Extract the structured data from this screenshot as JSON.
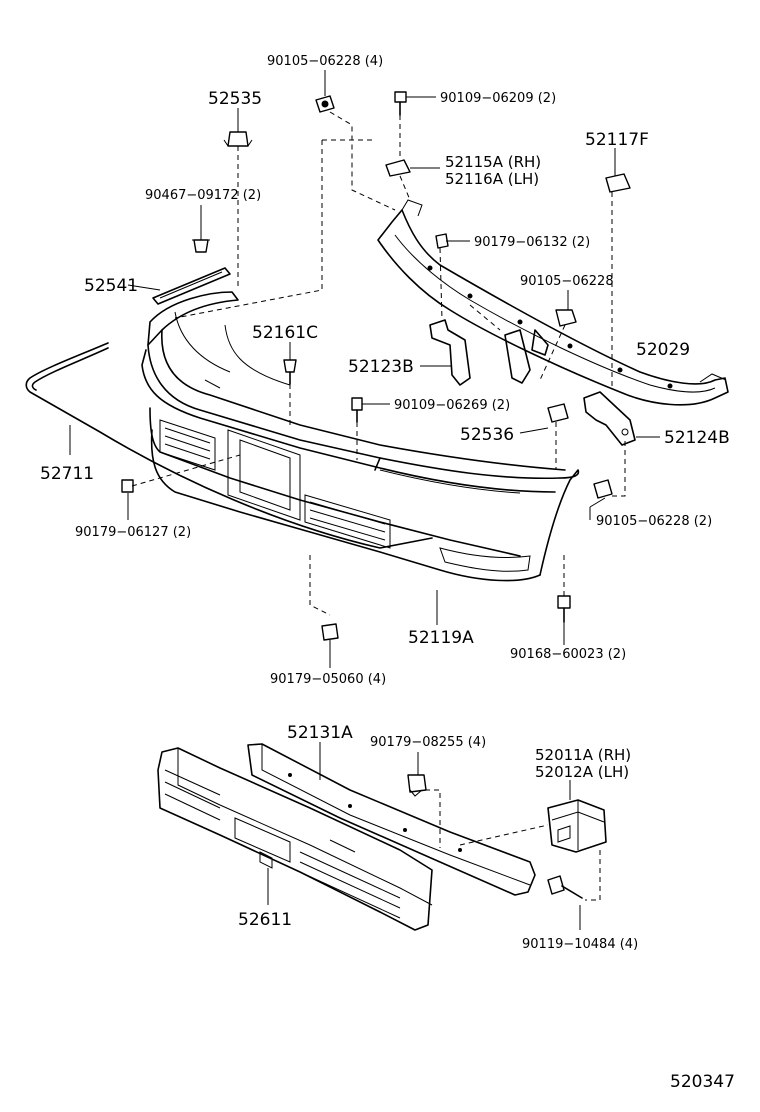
{
  "diagram_id": "520347",
  "labels": {
    "p90105_06228_4": "90105−06228 (4)",
    "p52535": "52535",
    "p90109_06209_2": "90109−06209 (2)",
    "p52117F": "52117F",
    "p52115A_RH": "52115A (RH)",
    "p52116A_LH": "52116A (LH)",
    "p90467_09172_2": "90467−09172 (2)",
    "p90179_06132_2": "90179−06132 (2)",
    "p90105_06228": "90105−06228",
    "p52541": "52541",
    "p52161C": "52161C",
    "p52029": "52029",
    "p52123B": "52123B",
    "p90109_06269_2": "90109−06269 (2)",
    "p52536": "52536",
    "p52124B": "52124B",
    "p52711": "52711",
    "p90105_06228_2": "90105−06228 (2)",
    "p90179_06127_2": "90179−06127 (2)",
    "p52119A": "52119A",
    "p90168_60023_2": "90168−60023 (2)",
    "p90179_05060_4": "90179−05060 (4)",
    "p52131A": "52131A",
    "p90179_08255_4": "90179−08255 (4)",
    "p52011A_RH": "52011A (RH)",
    "p52012A_LH": "52012A (LH)",
    "p52611": "52611",
    "p90119_10484_4": "90119−10484 (4)"
  }
}
